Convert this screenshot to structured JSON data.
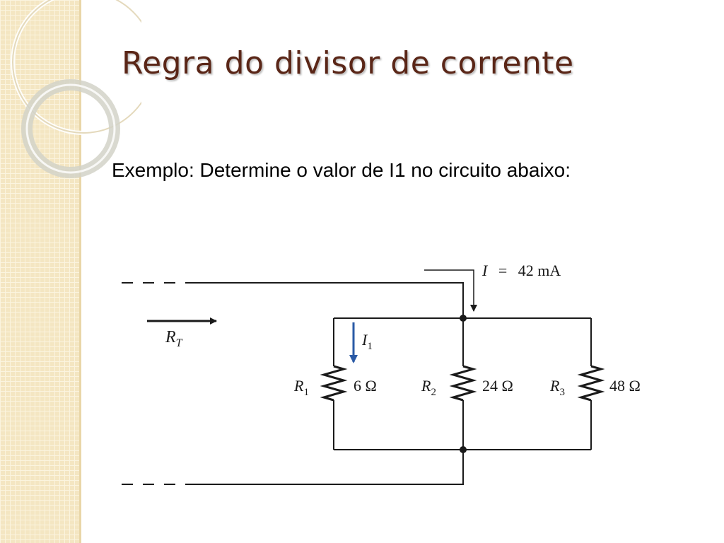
{
  "slide": {
    "title": "Regra do divisor de corrente",
    "subtitle": "Exemplo: Determine o valor de I1 no circuito abaixo:"
  },
  "circuit": {
    "source_current": {
      "symbol": "I",
      "equals": "=",
      "value": "42 mA"
    },
    "total_resistance": {
      "symbol": "R",
      "subscript": "T"
    },
    "branch_current": {
      "symbol": "I",
      "subscript": "1"
    },
    "resistors": [
      {
        "symbol": "R",
        "subscript": "1",
        "value": "6 Ω"
      },
      {
        "symbol": "R",
        "subscript": "2",
        "value": "24 Ω"
      },
      {
        "symbol": "R",
        "subscript": "3",
        "value": "48 Ω"
      }
    ]
  },
  "colors": {
    "title": "#5a2617",
    "wire": "#1a1a1a",
    "current_arrow": "#2a5aa6",
    "side_band": "#f4e6c2"
  }
}
